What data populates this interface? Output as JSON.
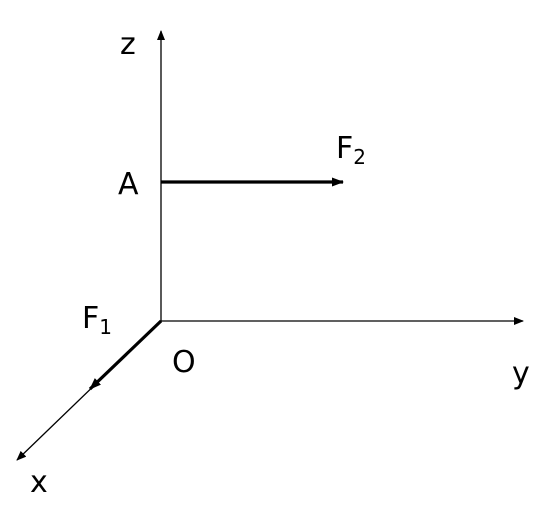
{
  "labels": {
    "z_axis": "z",
    "y_axis": "y",
    "x_axis": "x",
    "origin": "O",
    "point_a": "A",
    "force1": {
      "letter": "F",
      "subscript": "1"
    },
    "force2": {
      "letter": "F",
      "subscript": "2"
    }
  },
  "colors": {
    "line": "#000000",
    "background": "#ffffff"
  }
}
